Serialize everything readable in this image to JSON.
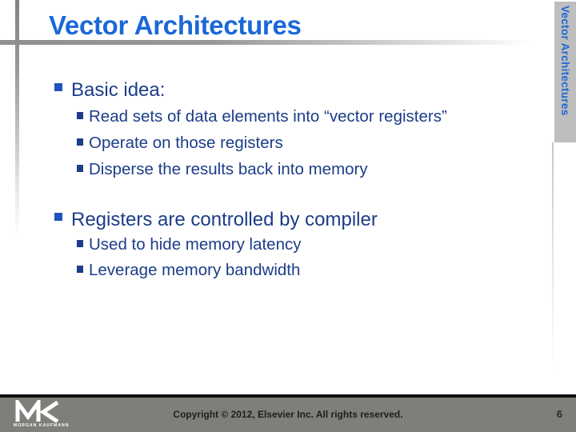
{
  "slide": {
    "title": "Vector Architectures",
    "sidebar_label": "Vector Architectures",
    "page_number": "6",
    "footer_copyright": "Copyright © 2012, Elsevier Inc. All rights reserved.",
    "logo_name": "MORGAN KAUFMANN"
  },
  "content": {
    "sections": [
      {
        "heading": "Basic idea:",
        "items": [
          "Read sets of data elements into “vector registers”",
          "Operate on those registers",
          "Disperse the results back into memory"
        ]
      },
      {
        "heading": "Registers are controlled by compiler",
        "items": [
          "Used to hide memory latency",
          "Leverage memory bandwidth"
        ]
      }
    ]
  },
  "colors": {
    "accent_blue": "#1a68d6",
    "body_navy": "#1c3d87",
    "bullet_square_blue": "#2150c0",
    "sidebar_gray": "#bebebe",
    "footer_gray": "#7d8078",
    "rule_black": "#0e0e0e"
  }
}
